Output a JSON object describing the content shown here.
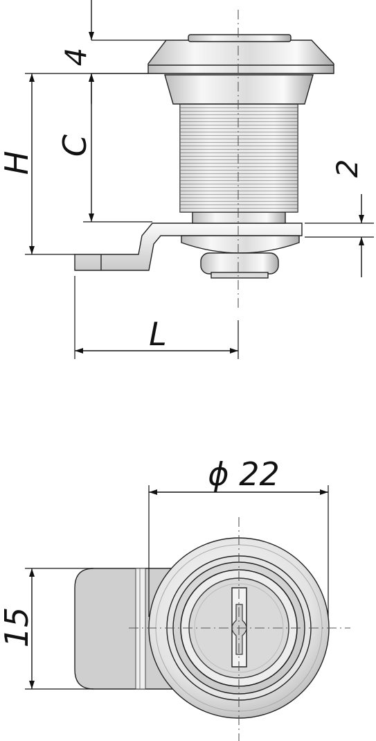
{
  "dimensions": {
    "top_flange": "4",
    "body_c": "C",
    "height_h": "H",
    "cam_thickness": "2",
    "cam_length": "L",
    "diameter": "ϕ 22",
    "width": "15"
  },
  "colors": {
    "line": "#111111",
    "metal_light": "#f2f2f2",
    "metal_mid": "#d6d6d6",
    "metal_dark": "#9a9a9a"
  }
}
